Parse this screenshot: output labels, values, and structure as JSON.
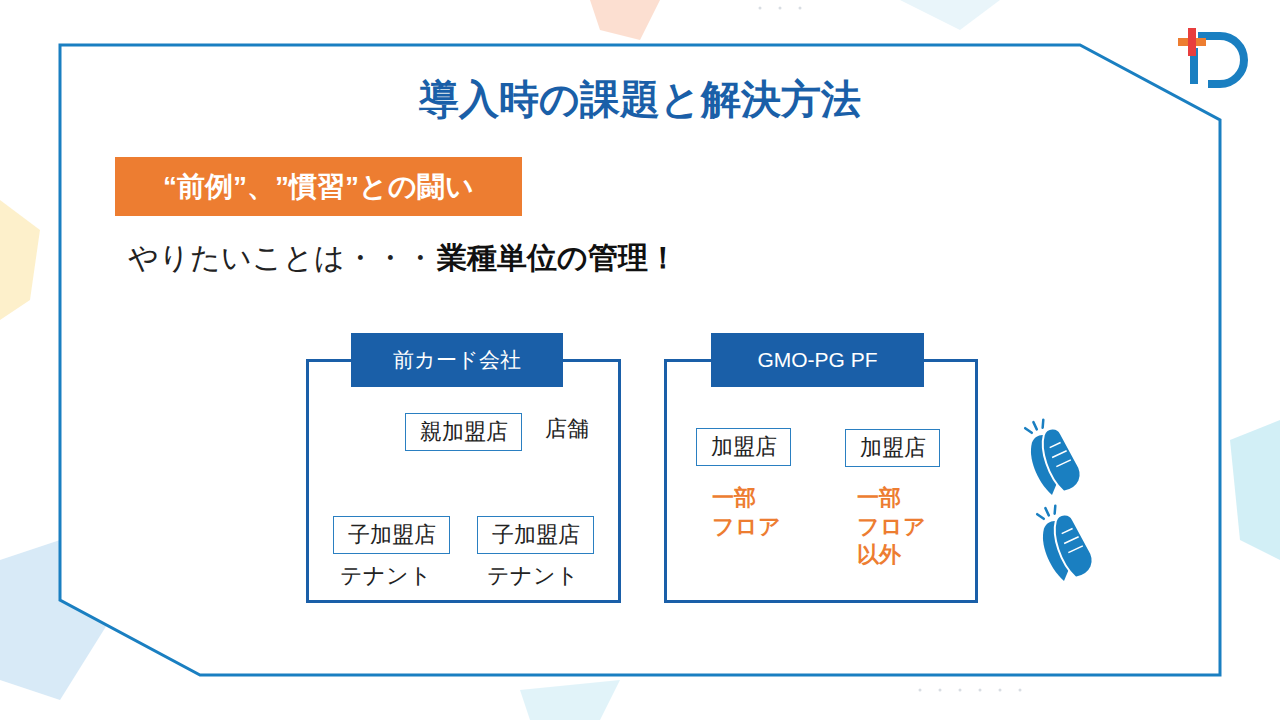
{
  "diagram": {
    "title": "導入時の課題と解決方法",
    "nodes": [
      {
        "text": [
          "“前例”、”慣習”との闘い"
        ]
      },
      {
        "text": [
          "前カード会社"
        ]
      },
      {
        "text": [
          "親加盟店"
        ],
        "in": 1
      },
      {
        "text": [
          "子加盟店"
        ],
        "in": 1
      },
      {
        "text": [
          "子加盟店"
        ],
        "in": 1
      },
      {
        "text": [
          "GMO-PG PF"
        ]
      },
      {
        "text": [
          "加盟店"
        ],
        "in": 5
      },
      {
        "text": [
          "加盟店"
        ],
        "in": 5
      }
    ],
    "edges": [
      {
        "from": 2,
        "to": 3,
        "arrow": "none"
      },
      {
        "from": 2,
        "to": 4,
        "arrow": "none"
      }
    ],
    "labels": [
      "やりたいことは・・・",
      "業種単位の管理！",
      "店舗",
      "テナント",
      "テナント",
      "一部 フロア",
      "一部 フロア 以外"
    ]
  }
}
